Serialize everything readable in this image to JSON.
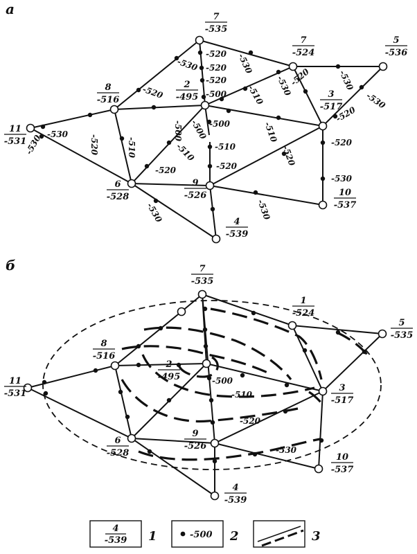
{
  "panels": [
    {
      "letter": "а",
      "nodes": [
        {
          "id": "n1",
          "num": "7",
          "val": "-535"
        },
        {
          "id": "n2",
          "num": "7",
          "val": "-524"
        },
        {
          "id": "n3",
          "num": "5",
          "val": "-536"
        },
        {
          "id": "n4",
          "num": "8",
          "val": "-516"
        },
        {
          "id": "n5",
          "num": "2",
          "val": "-495"
        },
        {
          "id": "n6",
          "num": "3",
          "val": "-517"
        },
        {
          "id": "n7",
          "num": "11",
          "val": "-531"
        },
        {
          "id": "n8",
          "num": "6",
          "val": "-528"
        },
        {
          "id": "n9",
          "num": "9",
          "val": "-526"
        },
        {
          "id": "n10",
          "num": "10",
          "val": "-537"
        },
        {
          "id": "n11",
          "num": "4",
          "val": "-539"
        }
      ],
      "isolines": [
        "-530",
        "-520",
        "-510",
        "-500",
        "-530",
        "-520",
        "-530",
        "-520",
        "-520",
        "-530",
        "-530",
        "-520",
        "-530",
        "-520",
        "-510",
        "-500",
        "-500",
        "-510",
        "-520",
        "-510",
        "-520",
        "-500",
        "-520",
        "-510",
        "-520",
        "-530",
        "-530",
        "-530",
        "-530",
        "-520"
      ]
    },
    {
      "letter": "б",
      "nodes": [
        {
          "id": "m1",
          "num": "7",
          "val": "-535"
        },
        {
          "id": "m2",
          "num": "1",
          "val": "-524"
        },
        {
          "id": "m3",
          "num": "5",
          "val": "-535"
        },
        {
          "id": "m4",
          "num": "8",
          "val": "-516"
        },
        {
          "id": "m5",
          "num": "2",
          "val": "-495"
        },
        {
          "id": "m6",
          "num": "3",
          "val": "-517"
        },
        {
          "id": "m7",
          "num": "11",
          "val": "-531"
        },
        {
          "id": "m8",
          "num": "6",
          "val": "-528"
        },
        {
          "id": "m9",
          "num": "9",
          "val": "-526"
        },
        {
          "id": "m10",
          "num": "10",
          "val": "-537"
        },
        {
          "id": "m11",
          "num": "4",
          "val": "-539"
        }
      ],
      "isolines": [
        "-500",
        "-510",
        "-520",
        "-530"
      ]
    }
  ],
  "legend": {
    "item1": {
      "num": "4",
      "val": "-539",
      "index": "1"
    },
    "item2": {
      "label": "-500",
      "index": "2"
    },
    "item3": {
      "index": "3"
    }
  }
}
